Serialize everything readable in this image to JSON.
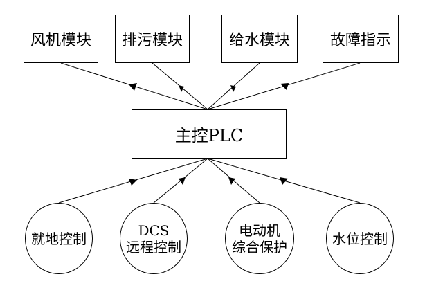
{
  "plc": {
    "label": "主控PLC"
  },
  "top_modules": [
    {
      "label": "风机模块"
    },
    {
      "label": "排污模块"
    },
    {
      "label": "给水模块"
    },
    {
      "label": "故障指示"
    }
  ],
  "bottom_inputs": [
    {
      "line1": "就地控制",
      "line2": ""
    },
    {
      "line1": "DCS",
      "line2": "远程控制"
    },
    {
      "line1": "电动机",
      "line2": "综合保护"
    },
    {
      "line1": "水位控制",
      "line2": ""
    }
  ]
}
